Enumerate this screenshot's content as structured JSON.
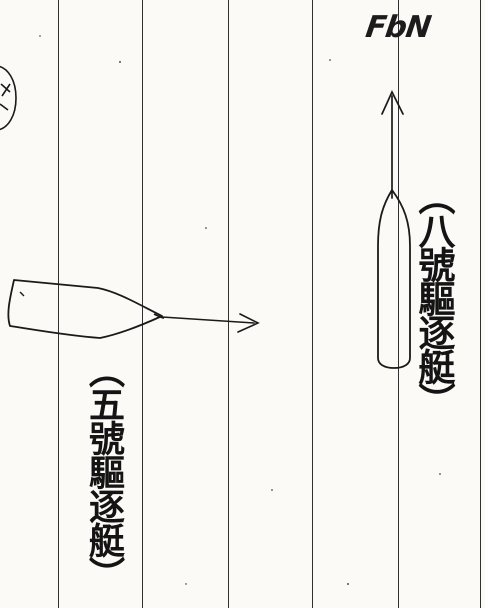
{
  "heading_mark": "FbN",
  "captions": {
    "right_vessel": "（八號驅逐艇）",
    "left_vessel": "（五號驅逐艇）"
  },
  "colors": {
    "paper": "#fbfaf7",
    "ink": "#1a1a1a"
  },
  "icons": {
    "north_arrow": "arrow-up-icon",
    "heading_arrow": "arrow-right-icon"
  }
}
